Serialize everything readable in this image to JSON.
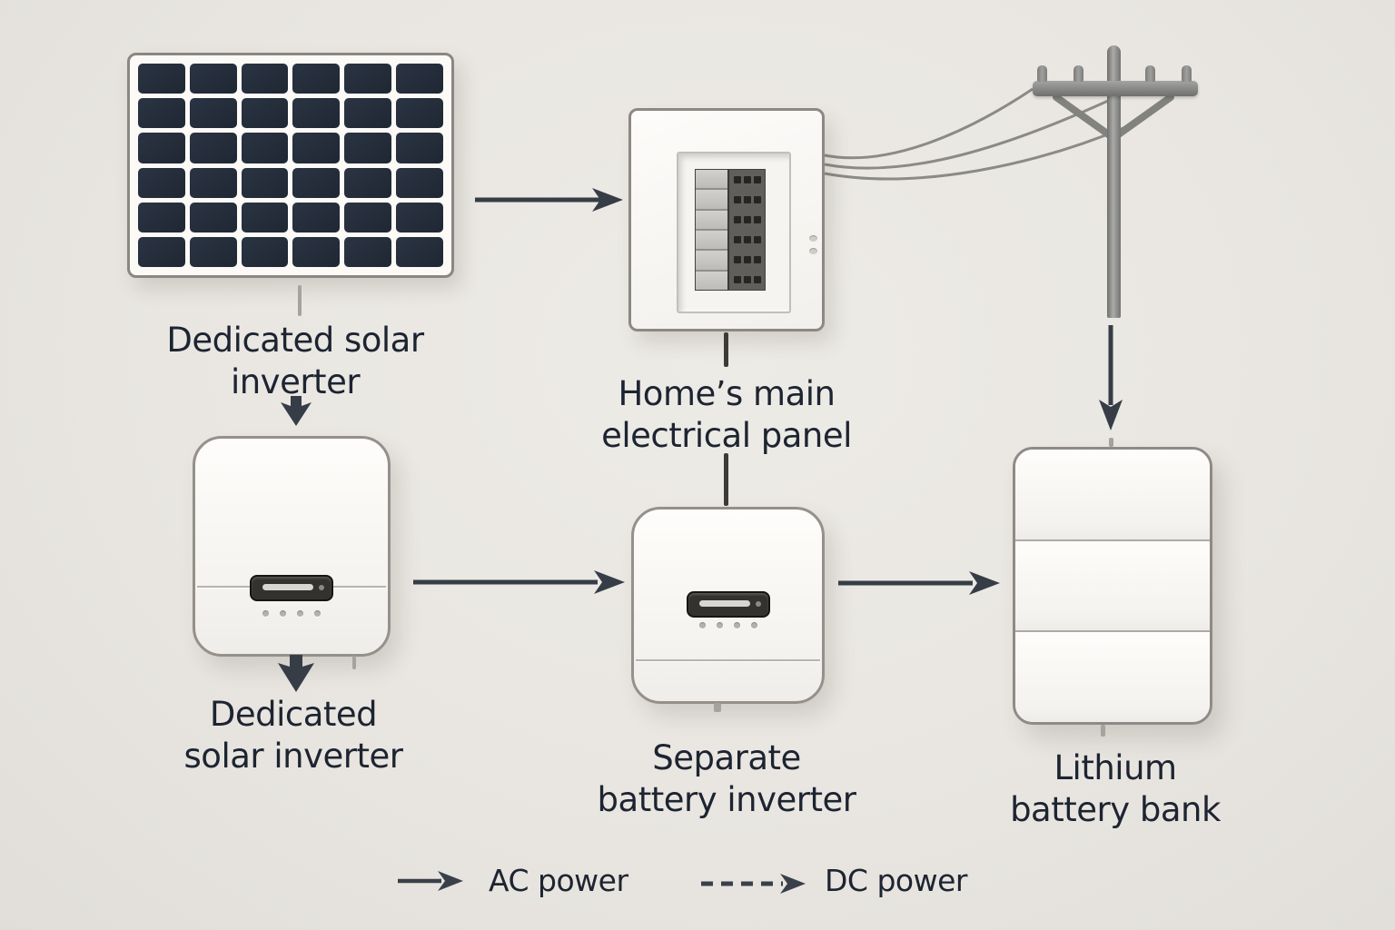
{
  "labels": {
    "solar_inverter_top": "Dedicated solar\ninverter",
    "solar_inverter_bottom": "Dedicated\nsolar inverter",
    "electrical_panel": "Home’s main\nelectrical panel",
    "battery_inverter": "Separate\nbattery inverter",
    "battery_bank": "Lithium\nbattery bank"
  },
  "legend": {
    "ac_label": "AC power",
    "dc_label": "DC power"
  },
  "devices": {
    "solar_panel": {
      "rows": 6,
      "cols": 6
    },
    "electrical_panel": {
      "breaker_rows": 6,
      "squares_per_row": 3
    },
    "solar_inverter": {
      "led_count": 4
    },
    "battery_inverter": {
      "led_count": 4
    },
    "battery_bank": {
      "modules": 3
    }
  },
  "colors": {
    "background": "#e9e6e1",
    "text": "#1d2431",
    "arrow": "#363d47",
    "solar_cell": "#242c3a",
    "device_border": "#95908a",
    "wire": "#8c8a86"
  }
}
